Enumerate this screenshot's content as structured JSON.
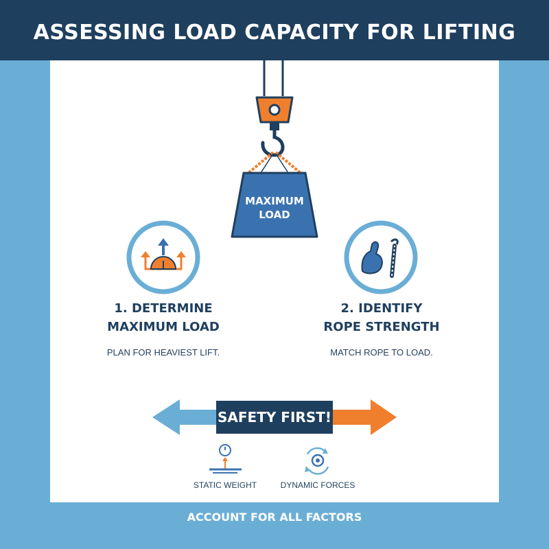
{
  "title": "ASSESSING LOAD CAPACITY FOR LIFTING",
  "load": {
    "line1": "MAXIMUM",
    "line2": "LOAD"
  },
  "steps": [
    {
      "line1": "1. DETERMINE",
      "line2": "MAXIMUM LOAD",
      "desc": "PLAN FOR HEAVIEST LIFT.",
      "icon": "load-gauge-icon"
    },
    {
      "line1": "2. IDENTIFY",
      "line2": "ROPE STRENGTH",
      "desc": "MATCH ROPE TO LOAD.",
      "icon": "strength-rope-icon"
    }
  ],
  "banner": "SAFETY FIRST!",
  "factors": [
    {
      "label": "STATIC WEIGHT",
      "icon": "scale-icon"
    },
    {
      "label": "DYNAMIC FORCES",
      "icon": "rotation-icon"
    }
  ],
  "footer": "ACCOUNT FOR ALL FACTORS",
  "colors": {
    "navy": "#1f3f5e",
    "blue": "#3a72b0",
    "light_blue": "#6aaed6",
    "orange": "#f07f2d"
  }
}
